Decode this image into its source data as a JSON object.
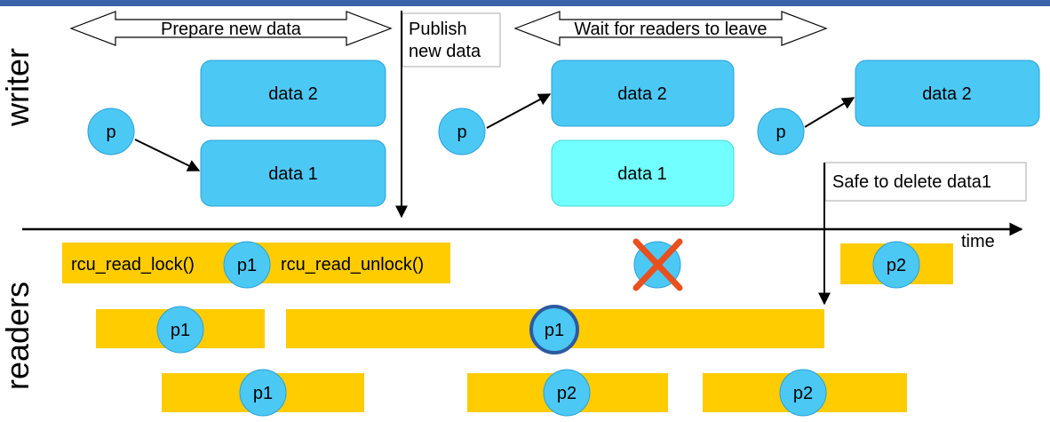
{
  "top_bar_color": "#3a63a8",
  "colors": {
    "box_blue": "#4cc8f5",
    "box_blue_stroke": "#2aa0d8",
    "box_stale": "#72ffff",
    "reader_bar": "#ffcc00",
    "pointer_circle": "#4cc8f5",
    "cross": "#e8501e",
    "highlight_ring": "#2c5aa0"
  },
  "row_labels": {
    "writer": "writer",
    "readers": "readers"
  },
  "timeline": {
    "label": "time"
  },
  "phases": {
    "prepare": "Prepare new data",
    "publish_line1": "Publish",
    "publish_line2": "new data",
    "wait": "Wait for readers to leave",
    "safe": "Safe to delete data1"
  },
  "writer": {
    "stage1": {
      "pointer": "p",
      "box_top": "data 2",
      "box_bottom": "data 1"
    },
    "stage2": {
      "pointer": "p",
      "box_top": "data 2",
      "box_bottom": "data 1"
    },
    "stage3": {
      "pointer": "p",
      "box_top": "data 2"
    }
  },
  "readers": {
    "row1": {
      "lock": "rcu_read_lock()",
      "pointer": "p1",
      "unlock": "rcu_read_unlock()",
      "late_pointer": "p2"
    },
    "row2": {
      "pointer_a": "p1",
      "pointer_b": "p1"
    },
    "row3": {
      "pointer_a": "p1",
      "pointer_b": "p2",
      "pointer_c": "p2"
    }
  },
  "icons": {
    "cross": "cross-icon"
  }
}
